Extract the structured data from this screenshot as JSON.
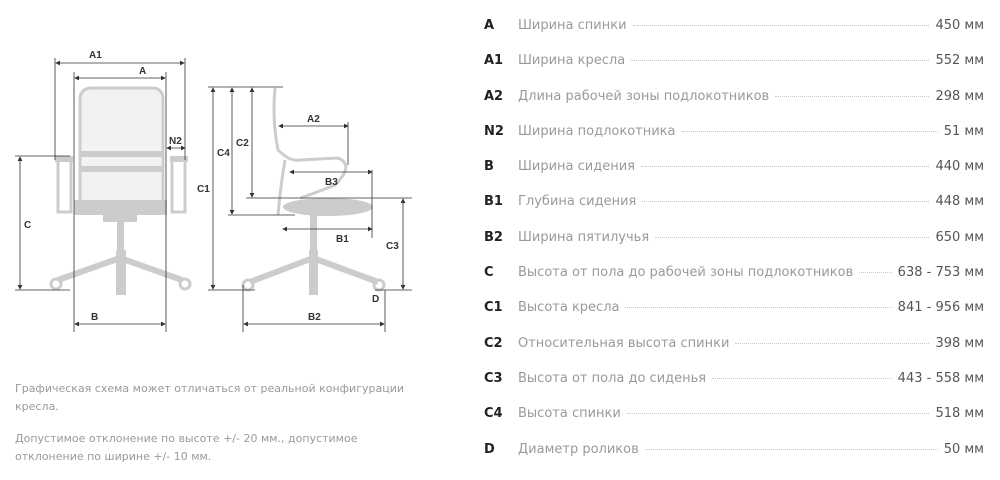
{
  "diagram": {
    "labels": {
      "A1": "A1",
      "A": "A",
      "N2": "N2",
      "C": "C",
      "B": "B",
      "C1": "C1",
      "C4": "C4",
      "C2": "C2",
      "A2": "A2",
      "B3": "B3",
      "B1": "B1",
      "C3": "C3",
      "D": "D",
      "B2": "B2"
    }
  },
  "notes": [
    "Графическая схема может отличаться от реальной конфигурации кресла.",
    "Допустимое отклонение по высоте +/- 20 мм., допустимое отклонение по ширине +/- 10 мм."
  ],
  "specs": [
    {
      "code": "A",
      "label": "Ширина спинки",
      "value": "450 мм"
    },
    {
      "code": "A1",
      "label": "Ширина кресла",
      "value": "552 мм"
    },
    {
      "code": "A2",
      "label": "Длина рабочей зоны подлокотников",
      "value": "298 мм"
    },
    {
      "code": "N2",
      "label": "Ширина подлокотника",
      "value": "51 мм"
    },
    {
      "code": "B",
      "label": "Ширина сидения",
      "value": "440 мм"
    },
    {
      "code": "B1",
      "label": "Глубина сидения",
      "value": "448 мм"
    },
    {
      "code": "B2",
      "label": "Ширина пятилучья",
      "value": "650 мм"
    },
    {
      "code": "C",
      "label": "Высота от пола до рабочей зоны подлокотников",
      "value": "638 - 753 мм"
    },
    {
      "code": "C1",
      "label": "Высота кресла",
      "value": "841 - 956 мм"
    },
    {
      "code": "C2",
      "label": "Относительная высота спинки",
      "value": "398 мм"
    },
    {
      "code": "C3",
      "label": "Высота от пола до сиденья",
      "value": "443 - 558 мм"
    },
    {
      "code": "C4",
      "label": "Высота спинки",
      "value": "518 мм"
    },
    {
      "code": "D",
      "label": "Диаметр роликов",
      "value": "50 мм"
    }
  ]
}
